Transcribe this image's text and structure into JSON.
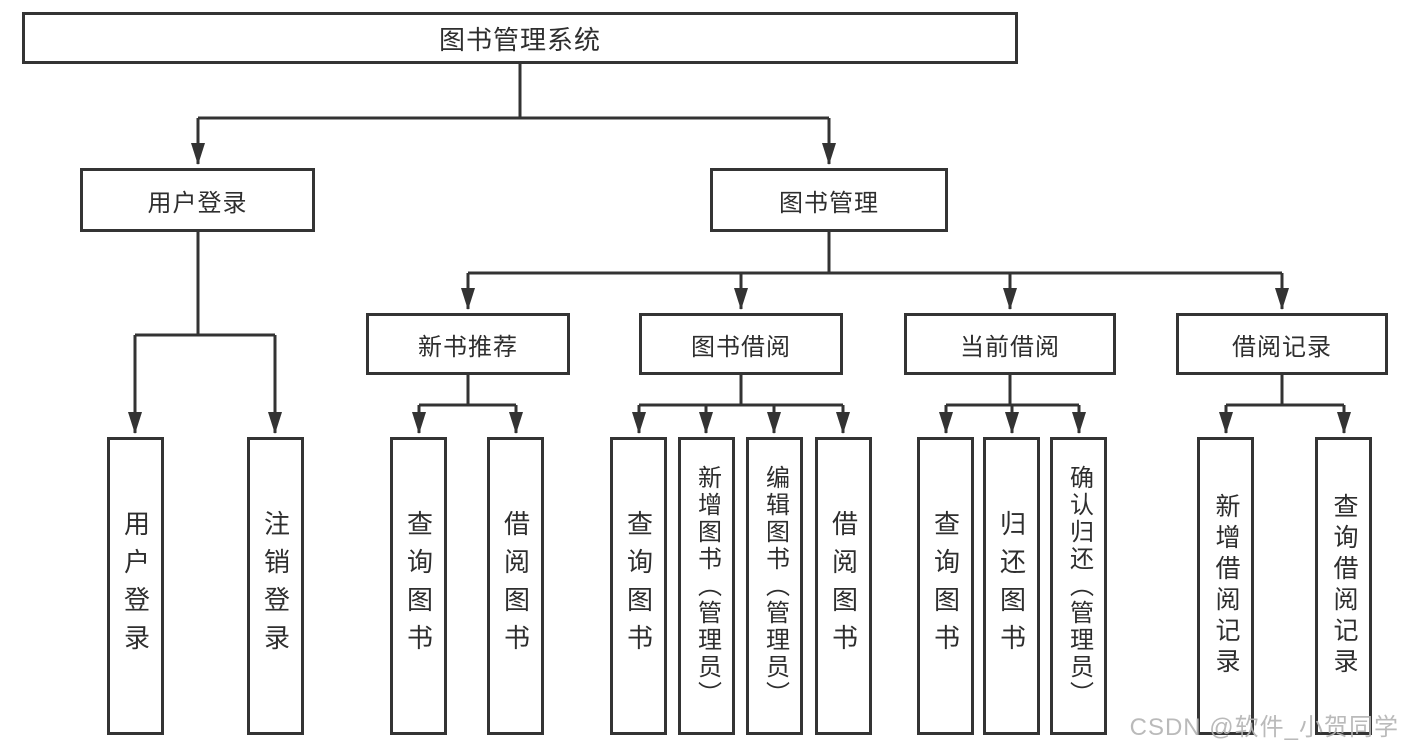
{
  "colors": {
    "background": "#ffffff",
    "line": "#333333",
    "box_border": "#343434",
    "text": "#2e2e2e",
    "watermark": "#b5b5b5"
  },
  "tree": {
    "root": {
      "label": "图书管理系统"
    },
    "branches": [
      {
        "label": "用户登录",
        "children": [
          {
            "label": "用户登录"
          },
          {
            "label": "注销登录"
          }
        ]
      },
      {
        "label": "图书管理",
        "groups": [
          {
            "label": "新书推荐",
            "children": [
              {
                "label": "查询图书"
              },
              {
                "label": "借阅图书"
              }
            ]
          },
          {
            "label": "图书借阅",
            "children": [
              {
                "label": "查询图书"
              },
              {
                "label": "新增图书（管理员）"
              },
              {
                "label": "编辑图书（管理员）"
              },
              {
                "label": "借阅图书"
              }
            ]
          },
          {
            "label": "当前借阅",
            "children": [
              {
                "label": "查询图书"
              },
              {
                "label": "归还图书"
              },
              {
                "label": "确认归还（管理员）"
              }
            ]
          },
          {
            "label": "借阅记录",
            "children": [
              {
                "label": "新增借阅记录"
              },
              {
                "label": "查询借阅记录"
              }
            ]
          }
        ]
      }
    ]
  },
  "watermark": {
    "text": "CSDN @软件_小贺同学"
  }
}
